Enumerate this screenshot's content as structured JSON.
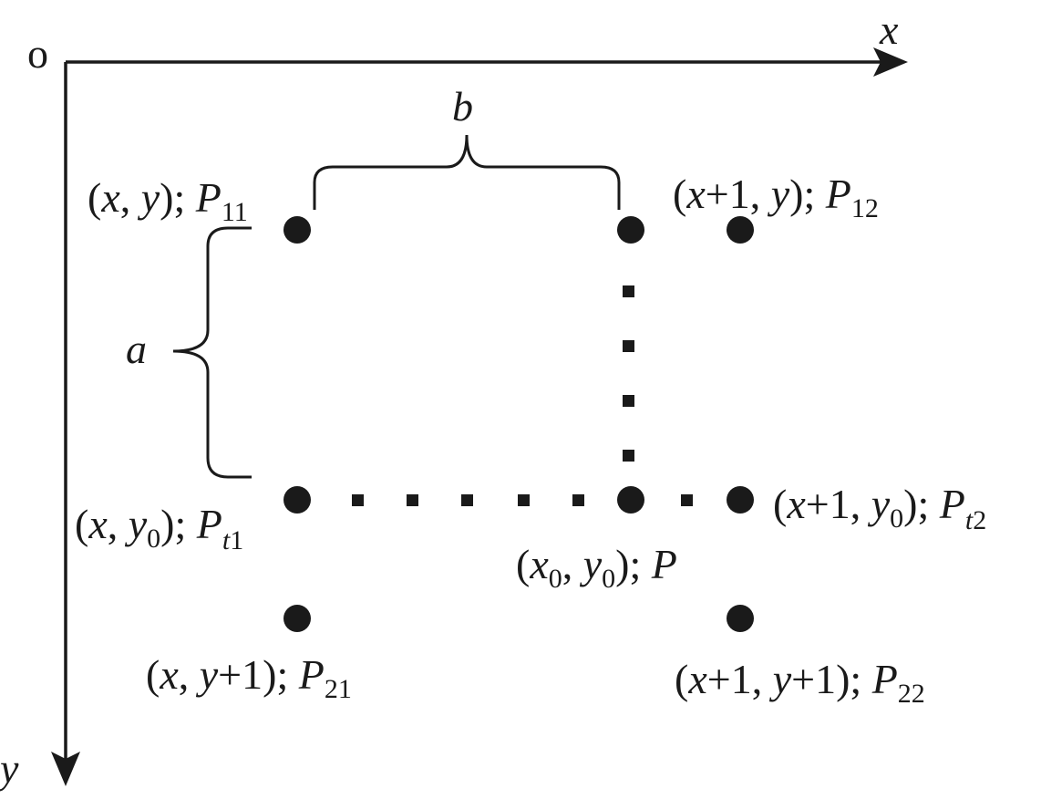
{
  "axes": {
    "origin": "o",
    "x_label": "x",
    "y_label": "y"
  },
  "braces": {
    "horizontal_label": "b",
    "vertical_label": "a"
  },
  "points": {
    "p11": {
      "coord_prefix": "(",
      "x": "x",
      "sep": ", ",
      "y": "y",
      "close": "); ",
      "P": "P",
      "sub": "11"
    },
    "p12": {
      "coord_prefix": "(",
      "x": "x",
      "plus": "+1",
      "sep": ", ",
      "y": "y",
      "close": "); ",
      "P": "P",
      "sub": "12"
    },
    "pt1": {
      "coord_prefix": "(",
      "x": "x",
      "sep": ", ",
      "y": "y",
      "ysub": "0",
      "close": "); ",
      "P": "P",
      "sub_t": "t",
      "sub": "1"
    },
    "pt2": {
      "coord_prefix": "(",
      "x": "x",
      "plus": "+1",
      "sep": ", ",
      "y": "y",
      "ysub": "0",
      "close": "); ",
      "P": "P",
      "sub_t": "t",
      "sub": "2"
    },
    "p": {
      "coord_prefix": "(",
      "x": "x",
      "xsub": "0",
      "sep": ", ",
      "y": "y",
      "ysub": "0",
      "close": "); ",
      "P": "P"
    },
    "p21": {
      "coord_prefix": "(",
      "x": "x",
      "sep": ", ",
      "y": "y",
      "plus": "+1",
      "close": "); ",
      "P": "P",
      "sub": "21"
    },
    "p22": {
      "coord_prefix": "(",
      "x": "x",
      "xplus": "+1",
      "sep": ", ",
      "y": "y",
      "plus": "+1",
      "close": "); ",
      "P": "P",
      "sub": "22"
    }
  }
}
